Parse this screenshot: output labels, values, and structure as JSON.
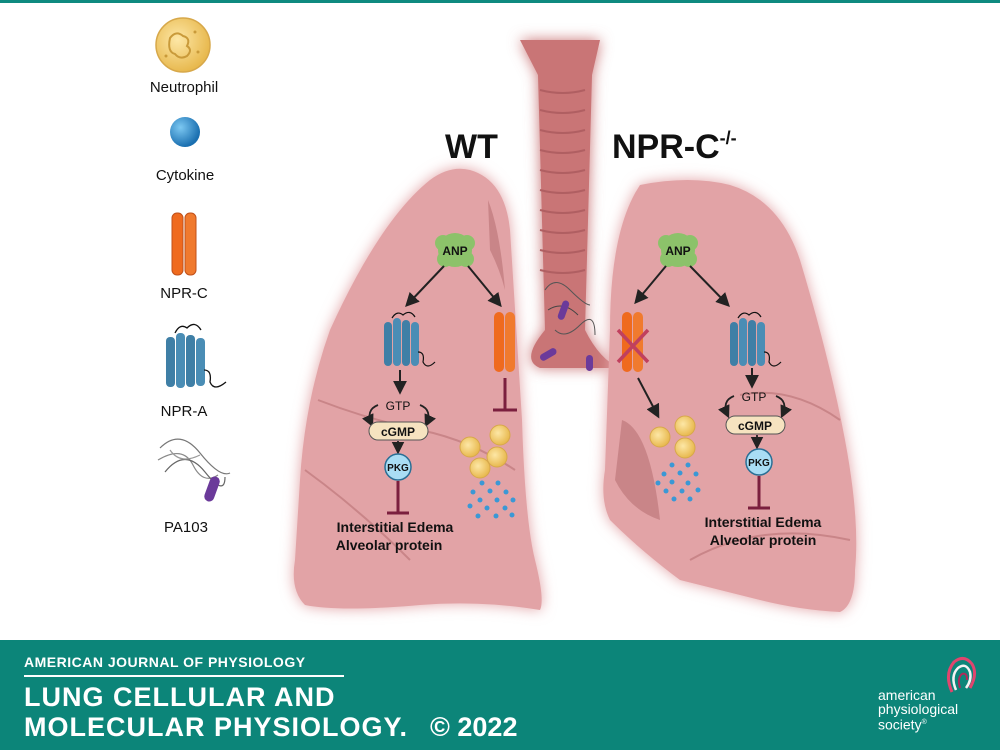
{
  "legend": {
    "neutrophil": "Neutrophil",
    "cytokine": "Cytokine",
    "nprc": "NPR-C",
    "npra": "NPR-A",
    "pa103": "PA103"
  },
  "panels": {
    "wt_title": "WT",
    "ko_title_main": "NPR-C",
    "ko_title_sup": "-/-"
  },
  "labels": {
    "anp": "ANP",
    "gtp": "GTP",
    "cgmp": "cGMP",
    "pkg": "PKG",
    "edema": "Interstitial Edema",
    "protein": "Alveolar protein"
  },
  "footer": {
    "journal": "AMERICAN JOURNAL OF PHYSIOLOGY",
    "section_line1": "LUNG CELLULAR AND",
    "section_line2": "MOLECULAR PHYSIOLOGY.",
    "copyright": "© 2022",
    "society_line1": "american",
    "society_line2": "physiological",
    "society_line3": "society"
  },
  "colors": {
    "lung": "#e2a3a6",
    "lung_glow": "#ff6a6a",
    "trachea": "#c97476",
    "anp": "#8cc26a",
    "nprc": "#ef6a1e",
    "npra": "#3f7fa6",
    "neutrophil": "#f4d27a",
    "cytokine": "#3b98d5",
    "pkg": "#a9ddf4",
    "cgmp": "#f6e3c0",
    "inhibit": "#7b1f3e",
    "footer": "#0c8579"
  }
}
